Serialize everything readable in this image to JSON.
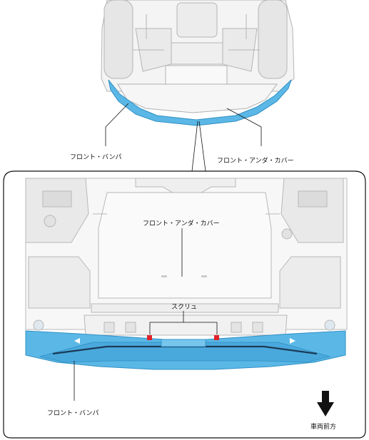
{
  "overview": {
    "label_front_bumper": "フロント・バンパ",
    "label_front_under_cover": "フロント・アンダ・カバー"
  },
  "detail": {
    "label_front_under_cover": "フロント・アンダ・カバー",
    "label_screw": "スクリュ",
    "label_front_bumper": "フロント・バンパ",
    "direction_label": "車両前方"
  },
  "colors": {
    "bumper_blue": "#5bb8e6",
    "bumper_blue_dark": "#2f8fc4",
    "screw_red": "#e0222a",
    "chassis_line": "#b5b5b5",
    "chassis_fill": "#f4f4f4"
  },
  "icons": [
    "down-arrow-icon",
    "screw-marker-icon"
  ]
}
